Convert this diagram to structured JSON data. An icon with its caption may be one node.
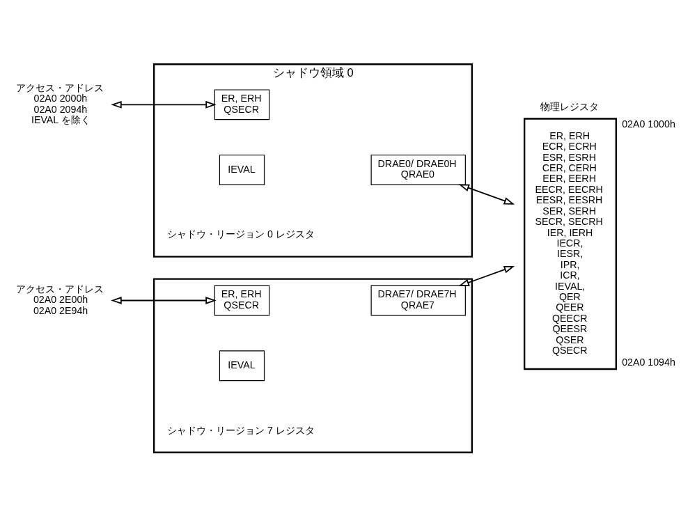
{
  "diagram": {
    "nodes": [
      {
        "text": [
          "アクセス・アドレス",
          "02A0 2000h",
          "02A0 2094h",
          "IEVAL を除く"
        ]
      },
      {
        "text": [
          "シャドウ領域 0"
        ],
        "beside": [
          "シャドウ・リージョン 0 レジスタ"
        ]
      },
      {
        "text": [
          "ER, ERH",
          "QSECR"
        ],
        "in": 1
      },
      {
        "text": [
          "IEVAL"
        ],
        "in": 1
      },
      {
        "text": [
          "DRAE0/ DRAE0H",
          "QRAE0"
        ],
        "in": 1
      },
      {
        "text": [
          "物理レジスタ",
          "ER, ERH",
          "ECR, ECRH",
          "ESR, ESRH",
          "CER, CERH",
          "EER, EERH",
          "EECR, EECRH",
          "EESR, EESRH",
          "SER, SERH",
          "SECR, SECRH",
          "IER, IERH",
          "IECR,",
          "IESR,",
          "IPR,",
          "ICR,",
          "IEVAL,",
          "QER",
          "QEER",
          "QEECR",
          "QEESR",
          "QSER",
          "QSECR"
        ],
        "beside": [
          "02A0 1000h",
          "02A0 1094h"
        ]
      },
      {
        "text": [
          "アクセス・アドレス",
          "02A0 2E00h",
          "02A0 2E94h"
        ]
      },
      {
        "text": [],
        "shape": "box",
        "beside": [
          "シャドウ・リージョン 7 レジスタ"
        ]
      },
      {
        "text": [
          "ER, ERH",
          "QSECR"
        ],
        "in": 7
      },
      {
        "text": [
          "IEVAL"
        ],
        "in": 7
      },
      {
        "text": [
          "DRAE7/ DRAE7H",
          "QRAE7"
        ],
        "in": 7
      }
    ],
    "edges": [
      {
        "from": 0,
        "to": 2,
        "arrow": "both"
      },
      {
        "from": 4,
        "to": 5,
        "arrow": "both"
      },
      {
        "from": 6,
        "to": 8,
        "arrow": "both"
      },
      {
        "from": 10,
        "to": 5,
        "arrow": "both"
      }
    ]
  }
}
